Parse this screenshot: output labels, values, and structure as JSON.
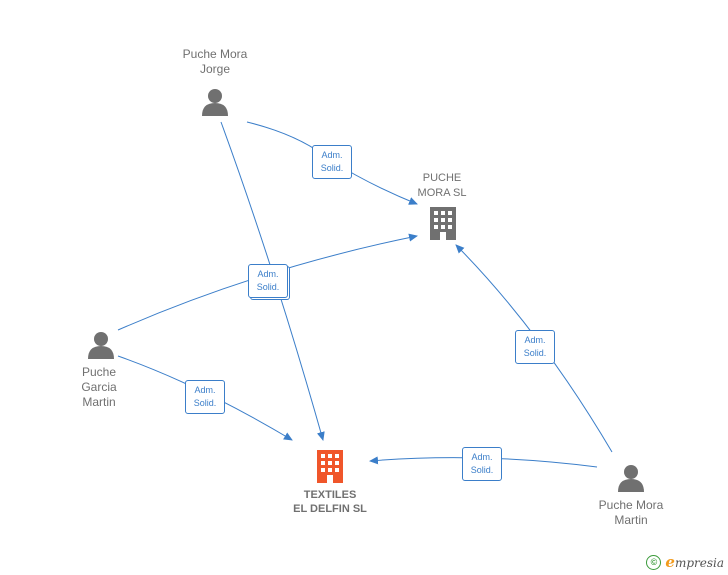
{
  "nodes": {
    "jorge": {
      "type": "person",
      "lines": [
        "Puche Mora",
        "Jorge"
      ]
    },
    "garcia": {
      "type": "person",
      "lines": [
        "Puche",
        "Garcia",
        "Martin"
      ]
    },
    "martin": {
      "type": "person",
      "lines": [
        "Puche Mora",
        "Martin"
      ]
    },
    "puche_mora_sl": {
      "type": "company",
      "lines": [
        "PUCHE",
        "MORA SL"
      ]
    },
    "textiles": {
      "type": "company-main",
      "lines": [
        "TEXTILES",
        "EL DELFIN SL"
      ]
    }
  },
  "edges": [
    {
      "from": "jorge",
      "to": "puche_mora_sl",
      "label": [
        "Adm.",
        "Solid."
      ]
    },
    {
      "from": "garcia",
      "to": "puche_mora_sl",
      "label": [
        "Adm.",
        "Solid."
      ]
    },
    {
      "from": "jorge",
      "to": "textiles",
      "label": [
        "Adm.",
        "Solid."
      ]
    },
    {
      "from": "garcia",
      "to": "textiles",
      "label": [
        "Adm.",
        "Solid."
      ]
    },
    {
      "from": "martin",
      "to": "puche_mora_sl",
      "label": [
        "Adm.",
        "Solid."
      ]
    },
    {
      "from": "martin",
      "to": "textiles",
      "label": [
        "Adm.",
        "Solid."
      ]
    }
  ],
  "colors": {
    "edge": "#3b7ec9",
    "person": "#707070",
    "company": "#707070",
    "company_main": "#f0562a"
  },
  "footer": {
    "copyright": "©",
    "brand_initial": "e",
    "brand_rest": "mpresia"
  }
}
